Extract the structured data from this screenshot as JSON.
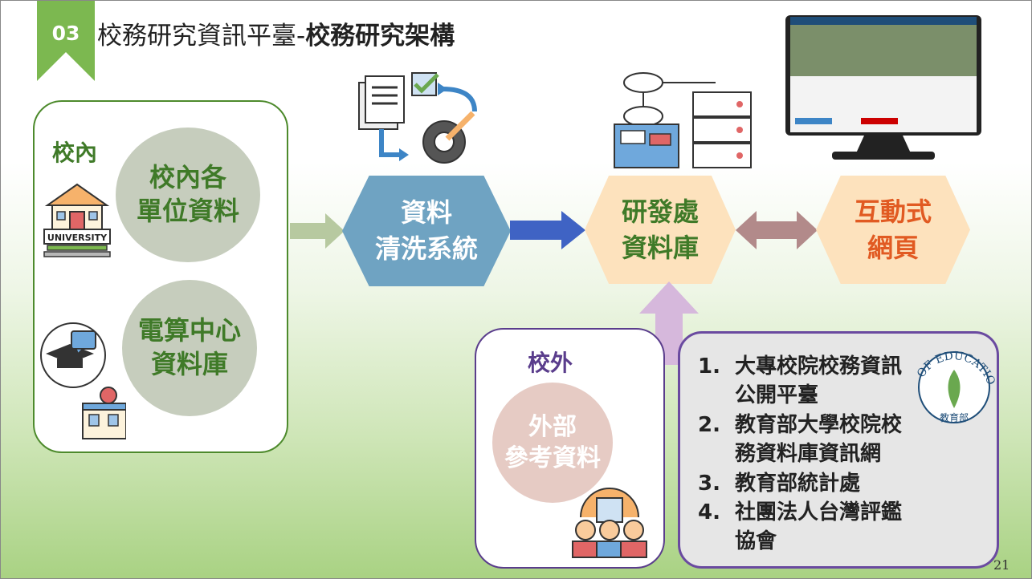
{
  "header": {
    "number": "03",
    "title_prefix": "校務研究資訊平臺-",
    "title_bold": "校務研究架構"
  },
  "inside": {
    "label": "校內",
    "sources": [
      {
        "text": "校內各\n單位資料"
      },
      {
        "text": "電算中心\n資料庫"
      }
    ],
    "icon_text": "UNIVERSITY"
  },
  "nodes": {
    "cleaning": "資料\n清洗系統",
    "database": "研發處\n資料庫",
    "web": "互動式\n網頁"
  },
  "outside": {
    "label": "校外",
    "source": "外部\n參考資料"
  },
  "external_list": [
    "大專校院校務資訊公開平臺",
    "教育部大學校院校務資料庫資訊網",
    "教育部統計處",
    "社團法人台灣評鑑協會"
  ],
  "seal_text": "OF EDUCATION",
  "seal_chars": "教育部",
  "page_number": "21",
  "colors": {
    "green": "#7cb850",
    "blue_hex": "#6fa3c2",
    "orange_hex": "#fde2bd",
    "purple_border": "#6a4aa0",
    "arrow_blue": "#3f63c4",
    "arrow_mauve": "#b28a8a",
    "arrow_lilac": "#d6b8dc"
  }
}
